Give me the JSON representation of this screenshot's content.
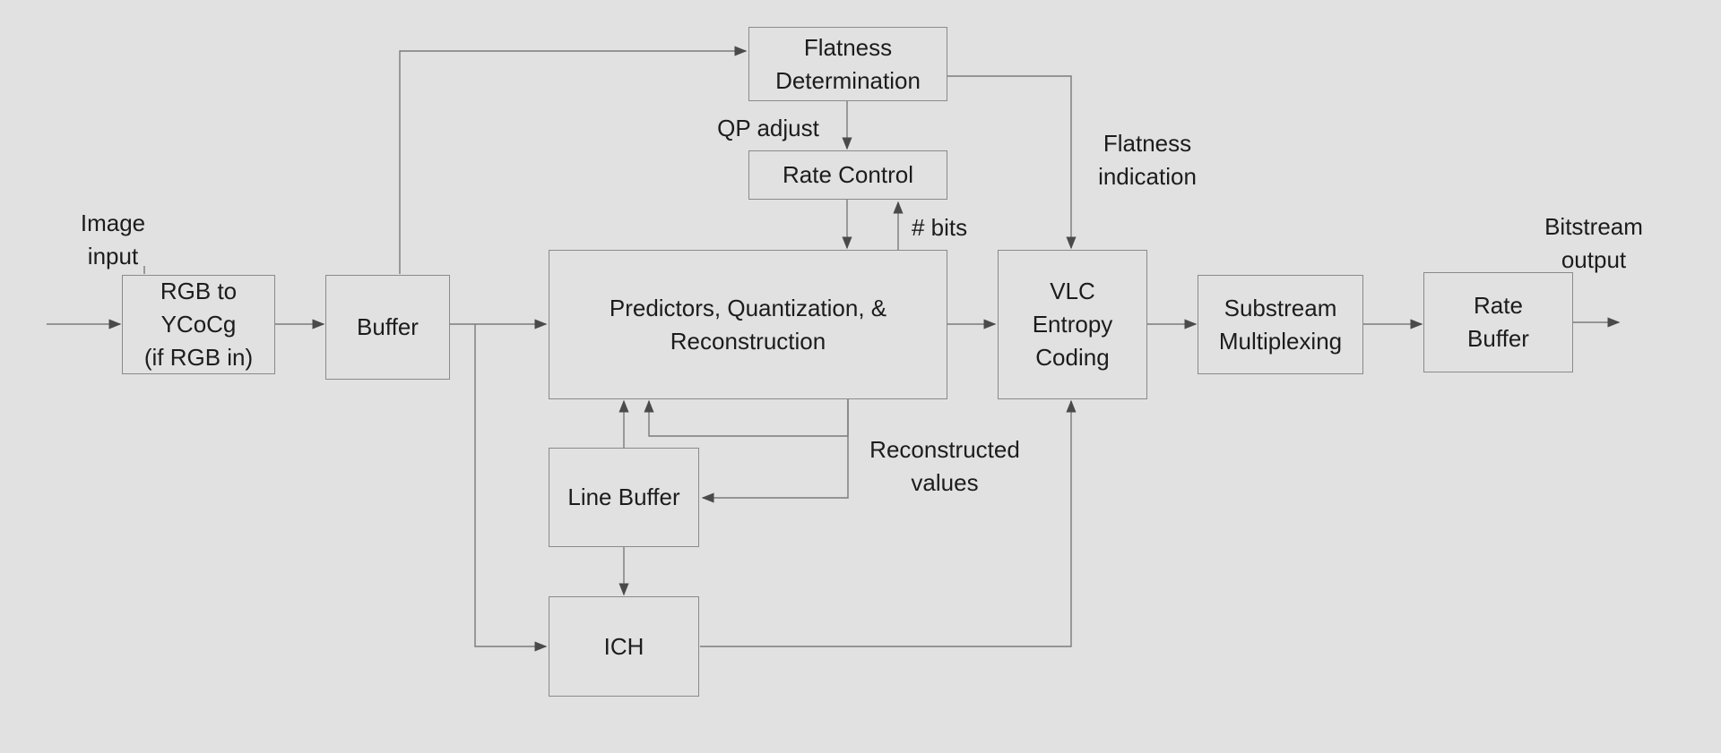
{
  "colors": {
    "background": "#e1e1e1",
    "line": "#7a7a7a",
    "arrowhead": "#4a4a4a",
    "text": "#1c1c1c"
  },
  "blocks": {
    "rgb_to_ycocg": "RGB to\nYCoCg\n(if RGB in)",
    "buffer": "Buffer",
    "flatness_determination": "Flatness\nDetermination",
    "rate_control": "Rate Control",
    "predictors": "Predictors, Quantization, &\nReconstruction",
    "vlc": "VLC\nEntropy\nCoding",
    "substream": "Substream\nMultiplexing",
    "rate_buffer": "Rate\nBuffer",
    "line_buffer": "Line Buffer",
    "ich": "ICH"
  },
  "labels": {
    "image_input": "Image\ninput",
    "qp_adjust": "QP adjust",
    "bits": "# bits",
    "flatness_indication": "Flatness\nindication",
    "bitstream_output": "Bitstream\noutput",
    "reconstructed_values": "Reconstructed\nvalues"
  }
}
